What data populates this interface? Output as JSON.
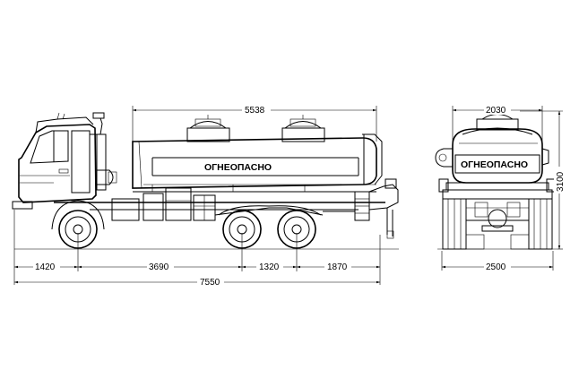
{
  "labels": {
    "tank_marking_side": "ОГНЕОПАСНО",
    "tank_marking_rear": "ОГНЕОПАСНО"
  },
  "dimensions": {
    "tank_length": "5538",
    "front_overhang": "1420",
    "wheelbase_front": "3690",
    "wheelbase_rear": "1320",
    "rear_overhang": "1870",
    "overall_length": "7550",
    "tank_width": "2030",
    "overall_width": "2500",
    "overall_height": "3100"
  }
}
